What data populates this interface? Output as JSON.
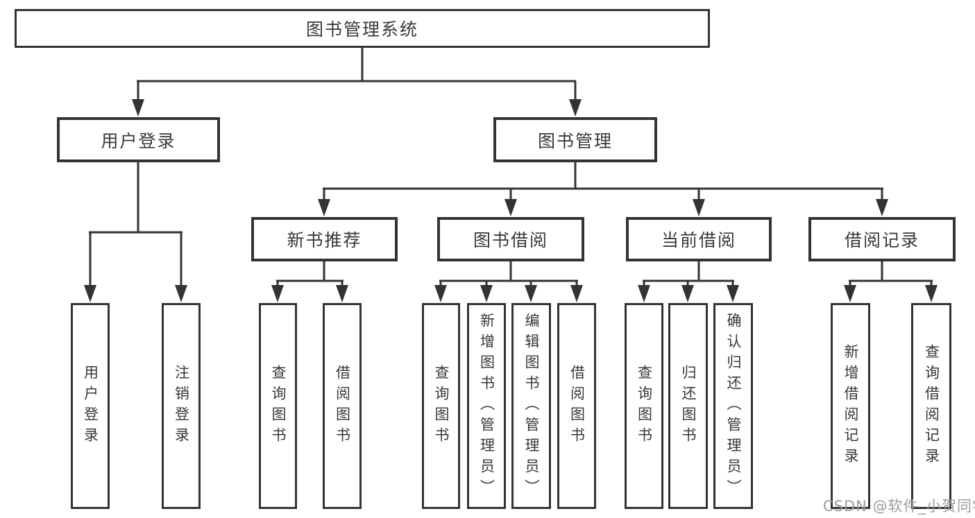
{
  "diagram": {
    "root": {
      "label": "图书管理系统"
    },
    "branches": {
      "user_login": {
        "label": "用户登录",
        "children": [
          {
            "label": "用户登录"
          },
          {
            "label": "注销登录"
          }
        ]
      },
      "book_management": {
        "label": "图书管理",
        "children": {
          "new_book_recommend": {
            "label": "新书推荐",
            "children": [
              {
                "label": "查询图书"
              },
              {
                "label": "借阅图书"
              }
            ]
          },
          "book_borrowing": {
            "label": "图书借阅",
            "children": [
              {
                "label": "查询图书"
              },
              {
                "label": "新增图书（管理员）"
              },
              {
                "label": "编辑图书（管理员）"
              },
              {
                "label": "借阅图书"
              }
            ]
          },
          "current_borrowing": {
            "label": "当前借阅",
            "children": [
              {
                "label": "查询图书"
              },
              {
                "label": "归还图书"
              },
              {
                "label": "确认归还（管理员）"
              }
            ]
          },
          "borrowing_records": {
            "label": "借阅记录",
            "children": [
              {
                "label": "新增借阅记录"
              },
              {
                "label": "查询借阅记录"
              }
            ]
          }
        }
      }
    }
  },
  "watermark": {
    "text": "CSDN @软件_小贺同学"
  },
  "colors": {
    "line": "#333333",
    "box_border": "#333333",
    "text": "#383838",
    "watermark": "#9b9b9b",
    "background": "#ffffff"
  }
}
